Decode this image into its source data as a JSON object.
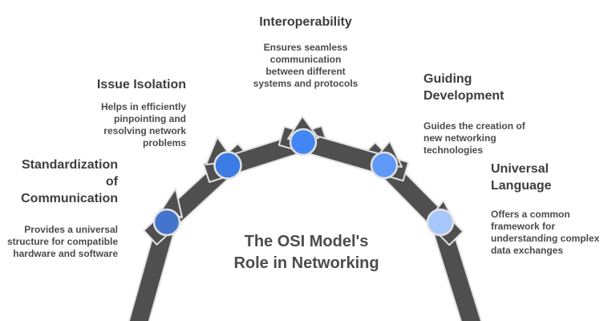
{
  "colors": {
    "plank": "#4f4f4f",
    "outline": "#e2e2e2",
    "heading_text": "#3d3d3d",
    "body_text": "#4b4b4b",
    "title_text": "#4c4c4c",
    "background": "#ffffff"
  },
  "title": {
    "lines": [
      "The OSI Model's",
      "Role in Networking"
    ]
  },
  "callouts": {
    "interoperability": {
      "heading_lines": [
        "Interoperability"
      ],
      "body_lines": [
        "Ensures seamless",
        "communication",
        "between different",
        "systems and protocols"
      ]
    },
    "issue_isolation": {
      "heading_lines": [
        "Issue Isolation"
      ],
      "body_lines": [
        "Helps in efficiently",
        "pinpointing and",
        "resolving network",
        "problems"
      ]
    },
    "standardization_of_communication": {
      "heading_lines": [
        "Standardization",
        "of",
        "Communication"
      ],
      "body_lines": [
        "Provides a universal",
        "structure for compatible",
        "hardware and software"
      ]
    },
    "guiding_development": {
      "heading_lines": [
        "Guiding",
        "Development"
      ],
      "body_lines": [
        "Guides the creation of",
        "new networking",
        "technologies"
      ]
    },
    "universal_language": {
      "heading_lines": [
        "Universal",
        "Language"
      ],
      "body_lines": [
        "Offers a common",
        "framework for",
        "understanding complex",
        "data exchanges"
      ]
    }
  },
  "bridge": {
    "joint_colors": [
      "#4474cb",
      "#3c7be3",
      "#4285f4",
      "#6098f7",
      "#a7c6fa"
    ]
  }
}
